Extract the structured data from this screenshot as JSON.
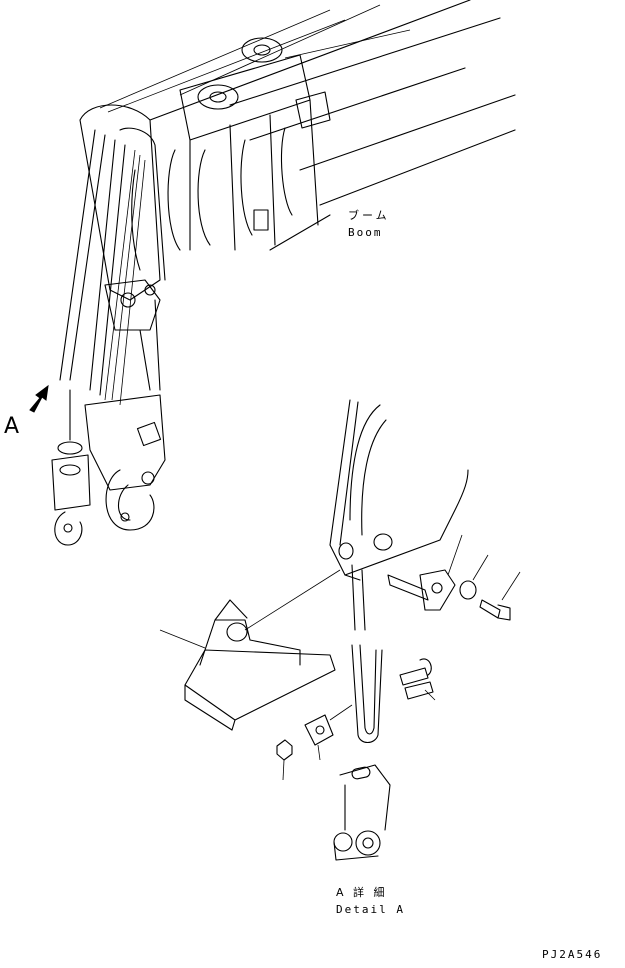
{
  "labels": {
    "boom_jp": "ブーム",
    "boom_en": "Boom",
    "view_marker": "A",
    "detail_jp": "A 詳 細",
    "detail_en": "Detail A",
    "drawing_code": "PJ2A546"
  }
}
